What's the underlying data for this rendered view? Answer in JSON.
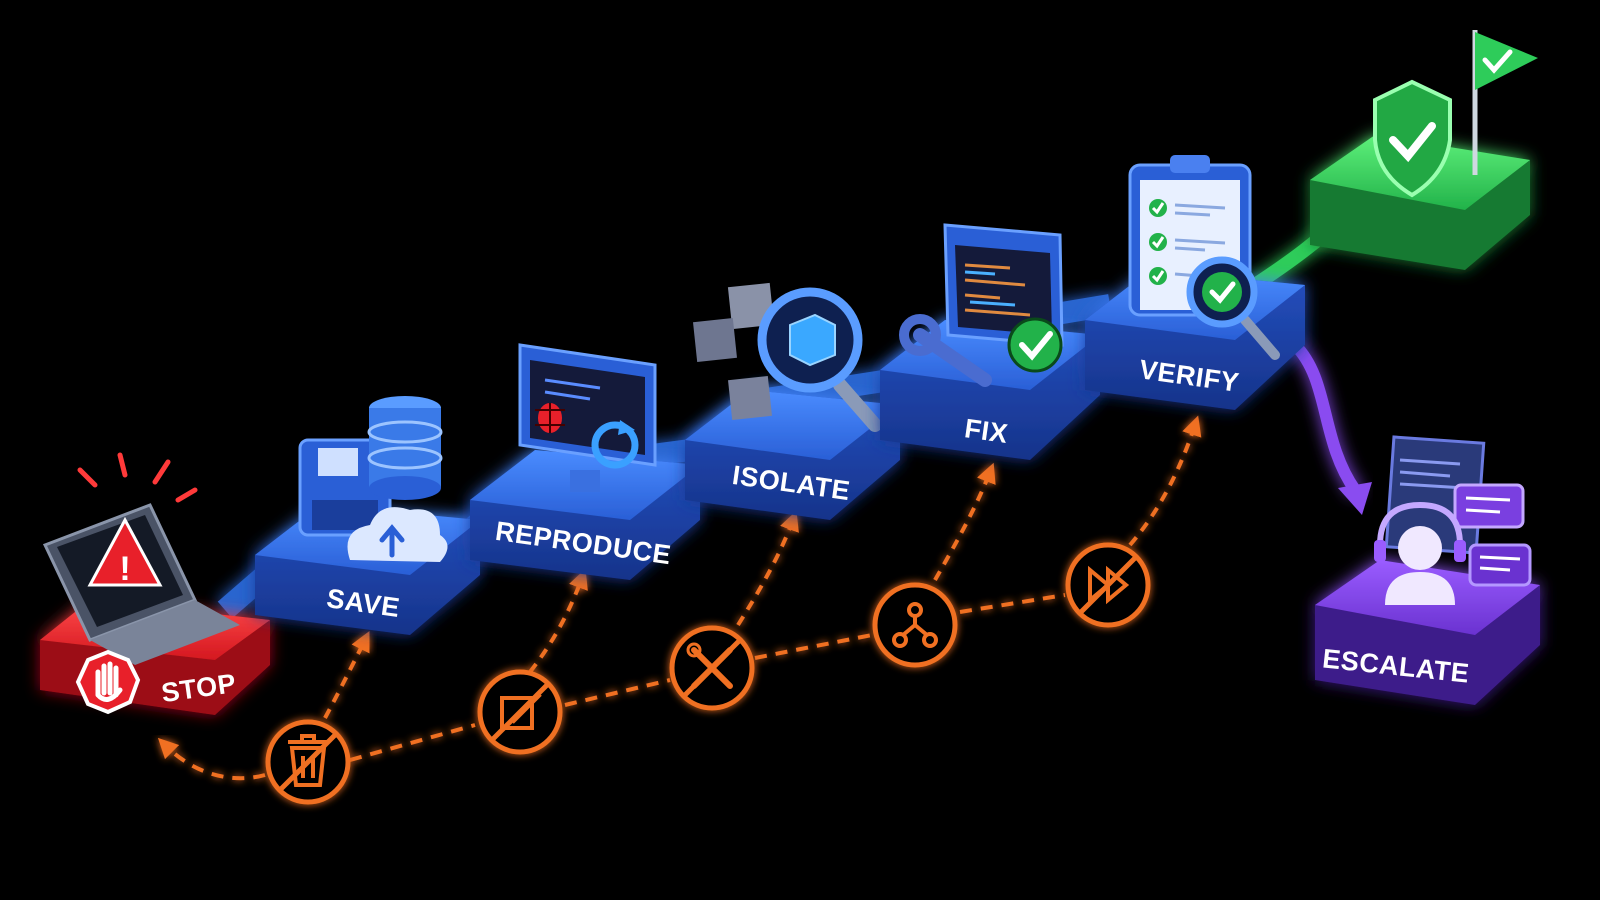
{
  "steps": [
    {
      "id": "stop",
      "label": "STOP",
      "color": "#e8202a",
      "icon": "alert-laptop-icon"
    },
    {
      "id": "save",
      "label": "SAVE",
      "color": "#2f6fe6",
      "icon": "save-database-cloud-icon"
    },
    {
      "id": "reproduce",
      "label": "REPRODUCE",
      "color": "#2f6fe6",
      "icon": "monitor-bug-icon"
    },
    {
      "id": "isolate",
      "label": "ISOLATE",
      "color": "#2f6fe6",
      "icon": "magnifier-cube-icon"
    },
    {
      "id": "fix",
      "label": "FIX",
      "color": "#2f6fe6",
      "icon": "wrench-code-icon"
    },
    {
      "id": "verify",
      "label": "VERIFY",
      "color": "#2f6fe6",
      "icon": "clipboard-checklist-icon"
    },
    {
      "id": "success",
      "label": "",
      "color": "#2ecc5a",
      "icon": "shield-flag-icon"
    },
    {
      "id": "escalate",
      "label": "ESCALATE",
      "color": "#7a3fe0",
      "icon": "support-agent-icon"
    }
  ],
  "anti_patterns": [
    {
      "id": "no-delete",
      "icon": "no-trash-icon"
    },
    {
      "id": "no-edit",
      "icon": "no-edit-icon"
    },
    {
      "id": "no-tinker",
      "icon": "no-tools-icon"
    },
    {
      "id": "no-branch",
      "icon": "no-branch-icon"
    },
    {
      "id": "no-skip",
      "icon": "no-fast-forward-icon"
    }
  ],
  "colors": {
    "background": "#000000",
    "step_blue": "#2f6fe6",
    "stop_red": "#e8202a",
    "success_green": "#2ecc5a",
    "escalate_purple": "#7a3fe0",
    "anti_orange": "#f07020"
  }
}
